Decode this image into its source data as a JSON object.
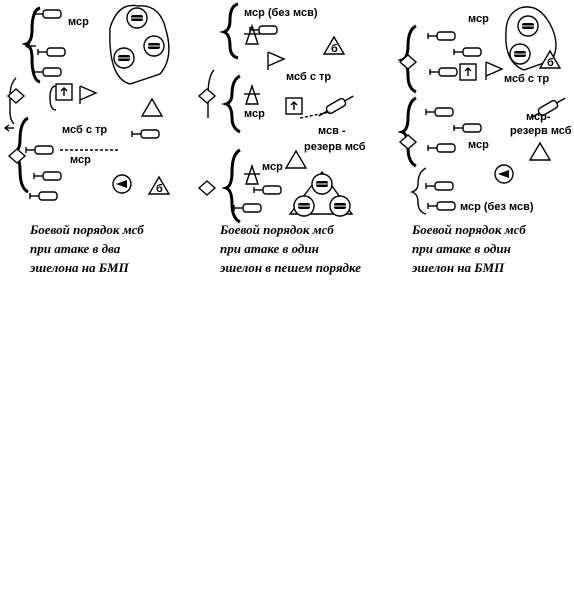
{
  "panels": [
    {
      "labels": [
        "мср",
        "мсб с тр",
        "мср"
      ],
      "caption": [
        "Боевой порядок мсб",
        "при атаке в два",
        "эшелона  на  БМП"
      ],
      "icon_numbers": [
        "б"
      ]
    },
    {
      "labels": [
        "мср (без мсв)",
        "мсб с тр",
        "мср",
        "мсв -",
        "резерв мсб",
        "мср"
      ],
      "caption": [
        "Боевой порядок мсб",
        "при атаке в один",
        "эшелон в пешем порядке"
      ],
      "icon_numbers": [
        "б"
      ]
    },
    {
      "labels": [
        "мср",
        "мсб с тр",
        "мср-",
        "резерв мсб",
        "мср",
        "мср (без мсв)"
      ],
      "caption": [
        "Боевой порядок мсб",
        "при атаке в один",
        "эшелон на БМП"
      ],
      "icon_numbers": [
        "б"
      ]
    }
  ]
}
